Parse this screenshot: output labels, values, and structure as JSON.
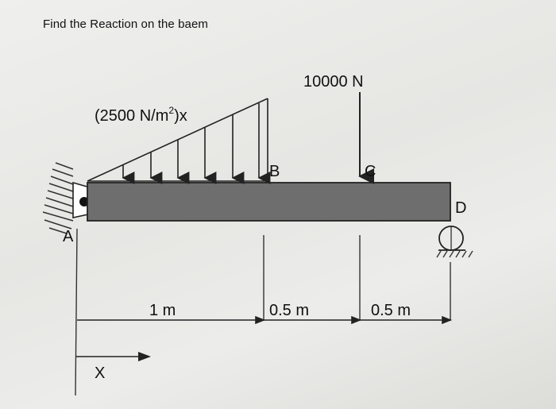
{
  "question": "Find the Reaction on the baem",
  "load": {
    "point_load": "10000 N",
    "distributed_load": {
      "prefix": "(2500 N/m",
      "exponent": "2",
      "suffix": ")x"
    }
  },
  "points": {
    "a": "A",
    "b": "B",
    "c": "C",
    "d": "D"
  },
  "dimensions": {
    "ab": "1 m",
    "bc": "0.5 m",
    "cd": "0.5 m"
  },
  "axis": {
    "x": "X"
  },
  "colors": {
    "beam_fill": "#6e6e6e",
    "line": "#222222",
    "background": "#e9e9e7"
  }
}
